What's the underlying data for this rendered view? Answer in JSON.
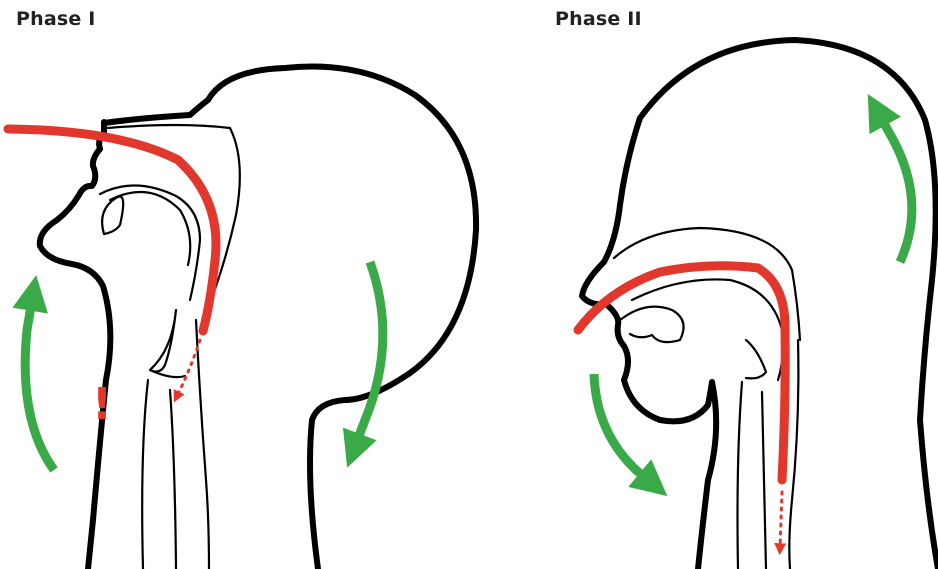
{
  "figure": {
    "panels": [
      {
        "title": "Phase I",
        "warning_mark": "!"
      },
      {
        "title": "Phase II"
      }
    ]
  },
  "colors": {
    "tube": "#e2372c",
    "arrow": "#3aaa48",
    "outline": "#000000",
    "title": "#222222"
  },
  "icons": {
    "warning": "exclamation-mark",
    "direction": "curved-arrow"
  }
}
